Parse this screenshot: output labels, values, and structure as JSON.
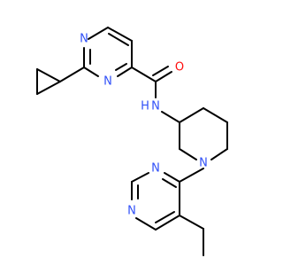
{
  "colors": {
    "bond": "#000000",
    "nitrogen": "#3050F8",
    "oxygen": "#FF0D0D"
  },
  "atoms": {
    "n_pyr1_top": "N",
    "n_pyr1_bottom": "N",
    "o_carbonyl": "O",
    "nh_amide": "N",
    "h_amide": "H",
    "n_piperidine": "N",
    "n_pyr2_top": "N",
    "n_pyr2_bottom": "N"
  }
}
